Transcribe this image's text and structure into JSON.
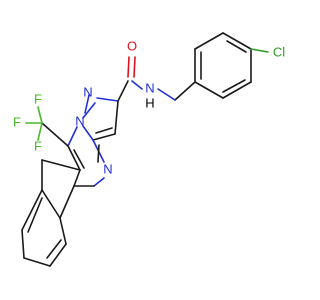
{
  "molecule": {
    "atoms": {
      "cl": "Cl",
      "o": "O",
      "nh": "N",
      "h": "H",
      "n_pyrazole_top": "N",
      "n_fused": "N",
      "n_pyrimidine": "N",
      "f1": "F",
      "f2": "F",
      "f3": "F"
    }
  }
}
